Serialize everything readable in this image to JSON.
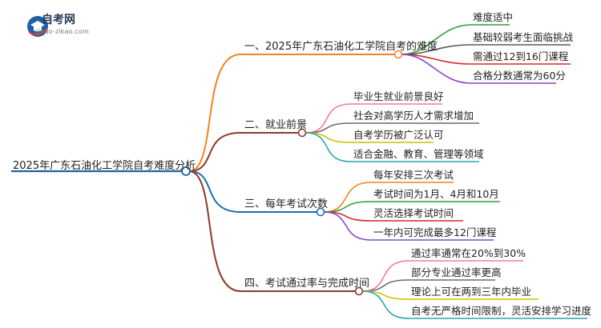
{
  "logo": {
    "name": "自考网",
    "url": "zikao-zikao.com"
  },
  "mindmap": {
    "root": "2025年广东石油化工学院自考难度分析",
    "branches": [
      {
        "label": "一、2025年广东石油化工学院自考的难度",
        "color": "#f5821f",
        "children": [
          "难度适中",
          "基础较弱考生面临挑战",
          "需通过12到16门课程",
          "合格分数通常为60分"
        ],
        "child_colors": [
          "#2e9b3b",
          "#5a5a5a",
          "#d9262f",
          "#8b44c9"
        ]
      },
      {
        "label": "二、就业前景",
        "color": "#8b3a2a",
        "children": [
          "毕业生就业前景良好",
          "社会对高学历人才需求增加",
          "自考学历被广泛认可",
          "适合金融、教育、管理等领域"
        ],
        "child_colors": [
          "#f07aa5",
          "#6b6b6b",
          "#c8c200",
          "#2aa6b4"
        ]
      },
      {
        "label": "三、每年考试次数",
        "color": "#1e6db3",
        "children": [
          "每年安排三次考试",
          "考试时间为1月、4月和10月",
          "灵活选择考试时间",
          "一年内可完成最多12门课程"
        ],
        "child_colors": [
          "#f5821f",
          "#2e9b3b",
          "#d9262f",
          "#8b44c9"
        ]
      },
      {
        "label": "四、考试通过率与完成时间",
        "color": "#8b3a2a",
        "children": [
          "通过率通常在20%到30%",
          "部分专业通过率更高",
          "理论上可在两到三年内毕业",
          "自考无严格时间限制，灵活安排学习进度"
        ],
        "child_colors": [
          "#f07aa5",
          "#6b6b6b",
          "#c8c200",
          "#2aa6b4"
        ]
      }
    ]
  }
}
